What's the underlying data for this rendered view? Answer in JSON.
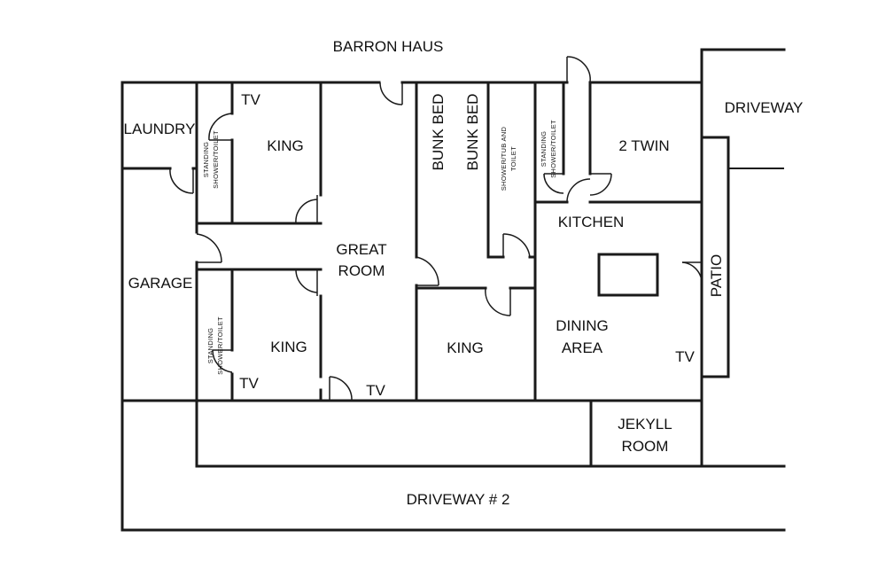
{
  "plan": {
    "title": "BARRON HAUS",
    "labels": {
      "laundry": "LAUNDRY",
      "garage": "GARAGE",
      "king_top_left": "KING",
      "king_bottom_left": "KING",
      "king_center": "KING",
      "great_room_line1": "GREAT",
      "great_room_line2": "ROOM",
      "bunk_bed_1": "BUNK BED",
      "bunk_bed_2": "BUNK BED",
      "two_twin": "2 TWIN",
      "kitchen": "KITCHEN",
      "dining_line1": "DINING",
      "dining_line2": "AREA",
      "patio": "PATIO",
      "driveway": "DRIVEWAY",
      "driveway_2": "DRIVEWAY # 2",
      "jekyll_line1": "JEKYLL",
      "jekyll_line2": "ROOM",
      "tv_top_left": "TV",
      "tv_bottom_left": "TV",
      "tv_great_room": "TV",
      "tv_dining": "TV",
      "standing_shower_line1": "STANDING",
      "standing_shower_line2": "SHOWER/TOILET",
      "shower_tub_line1": "SHOWER/TUB AND",
      "shower_tub_line2": "TOILET"
    }
  }
}
